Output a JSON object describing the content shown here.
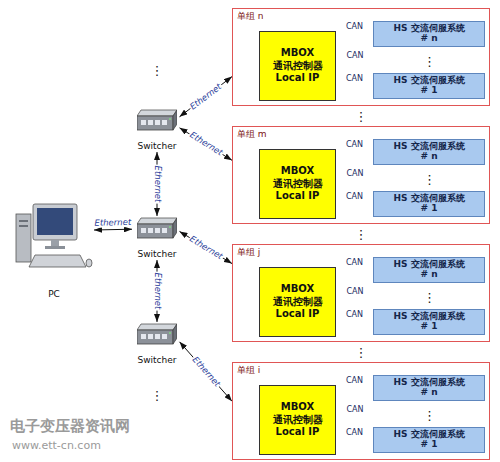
{
  "diagram": {
    "nodes": [
      {
        "text": [
          "单组 n"
        ]
      },
      {
        "text": [
          "MBOX",
          "通讯控制器",
          "Local IP"
        ],
        "in": 0
      },
      {
        "text": [
          "HS 交流伺服系统",
          "# n"
        ],
        "in": 0
      },
      {
        "text": [
          "HS 交流伺服系统",
          "# 1"
        ],
        "in": 0
      },
      {
        "text": [
          "单组 m"
        ]
      },
      {
        "text": [
          "MBOX",
          "通讯控制器",
          "Local IP"
        ],
        "in": 4
      },
      {
        "text": [
          "HS 交流伺服系统",
          "# n"
        ],
        "in": 4
      },
      {
        "text": [
          "HS 交流伺服系统",
          "# 1"
        ],
        "in": 4
      },
      {
        "text": [
          "单组 j"
        ]
      },
      {
        "text": [
          "MBOX",
          "通讯控制器",
          "Local IP"
        ],
        "in": 8
      },
      {
        "text": [
          "HS 交流伺服系统",
          "# n"
        ],
        "in": 8
      },
      {
        "text": [
          "HS 交流伺服系统",
          "# 1"
        ],
        "in": 8
      },
      {
        "text": [
          "单组 i"
        ]
      },
      {
        "text": [
          "MBOX",
          "通讯控制器",
          "Local IP"
        ],
        "in": 12
      },
      {
        "text": [
          "HS 交流伺服系统",
          "# n"
        ],
        "in": 12
      },
      {
        "text": [
          "HS 交流伺服系统",
          "# 1"
        ],
        "in": 12
      },
      {
        "text": [
          "Switcher"
        ]
      },
      {
        "text": [
          "Switcher"
        ]
      },
      {
        "text": [
          "Switcher"
        ]
      },
      {
        "text": [
          "PC"
        ]
      }
    ],
    "edges": [
      {
        "from": 1,
        "to": 2,
        "label": "CAN",
        "arrow": "both"
      },
      {
        "from": 1,
        "to": 3,
        "label": "CAN",
        "arrow": "both"
      },
      {
        "from": 5,
        "to": 6,
        "label": "CAN",
        "arrow": "both"
      },
      {
        "from": 5,
        "to": 7,
        "label": "CAN",
        "arrow": "both"
      },
      {
        "from": 9,
        "to": 10,
        "label": "CAN",
        "arrow": "both"
      },
      {
        "from": 9,
        "to": 11,
        "label": "CAN",
        "arrow": "both"
      },
      {
        "from": 13,
        "to": 14,
        "label": "CAN",
        "arrow": "both"
      },
      {
        "from": 13,
        "to": 15,
        "label": "CAN",
        "arrow": "both"
      },
      {
        "from": 19,
        "to": 17,
        "label": "Ethernet",
        "arrow": "both"
      },
      {
        "from": 17,
        "to": 16,
        "label": "Ethernet",
        "arrow": "both"
      },
      {
        "from": 17,
        "to": 18,
        "label": "Ethernet",
        "arrow": "both"
      },
      {
        "from": 16,
        "to": 0,
        "label": "Ethernet",
        "arrow": "both"
      },
      {
        "from": 16,
        "to": 4,
        "label": "Ethernet",
        "arrow": "both"
      },
      {
        "from": 17,
        "to": 8,
        "label": "Ethernet",
        "arrow": "both"
      },
      {
        "from": 18,
        "to": 12,
        "label": "Ethernet",
        "arrow": "both"
      }
    ],
    "labels": [
      "⋮",
      "⋮",
      "⋮",
      "⋮",
      "⋮",
      "CAN",
      "⋮",
      "CAN",
      "⋮",
      "CAN",
      "⋮",
      "CAN",
      "⋮",
      "电子变压器资讯网",
      "www.ett-cn.com"
    ]
  }
}
